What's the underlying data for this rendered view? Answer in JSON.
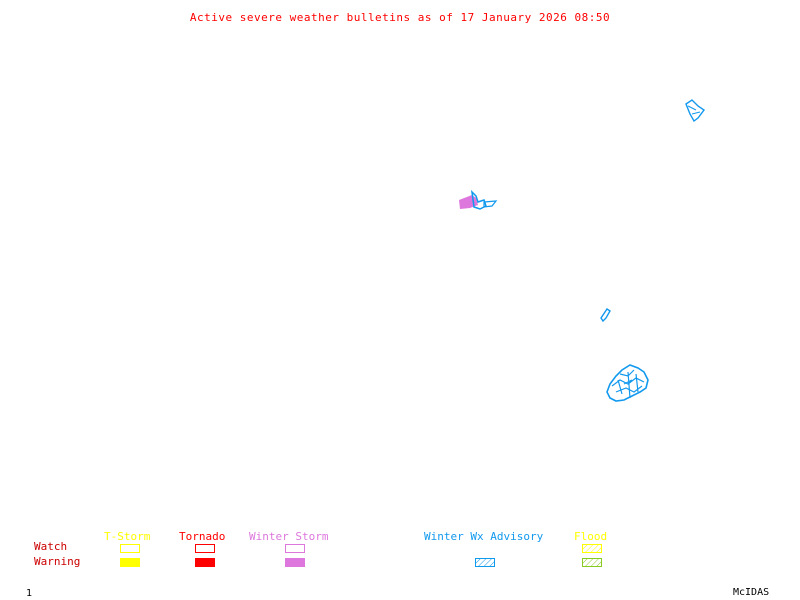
{
  "title": "Active severe weather bulletins as of 17 January 2026 08:50",
  "legend": {
    "row_labels": {
      "watch": "Watch",
      "warning": "Warning"
    },
    "categories": [
      {
        "label": "T-Storm",
        "color": "#ffff00",
        "watch": true,
        "warning": true,
        "pattern": "solid"
      },
      {
        "label": "Tornado",
        "color": "#ff0000",
        "watch": true,
        "warning": true,
        "pattern": "solid"
      },
      {
        "label": "Winter Storm",
        "color": "#dd77dd",
        "watch": true,
        "warning": true,
        "pattern": "solid"
      },
      {
        "label": "Winter Wx Advisory",
        "color": "#1199ee",
        "watch": false,
        "warning": true,
        "pattern": "hatched"
      },
      {
        "label": "Flood",
        "color": "#ffff00",
        "warning_color": "#88cc22",
        "watch": true,
        "warning": true,
        "pattern": "hatched"
      }
    ]
  },
  "map_regions": [
    {
      "type": "Winter Storm Warning",
      "color": "#dd77dd",
      "location": "central"
    },
    {
      "type": "Winter Wx Advisory",
      "color": "#1199ee",
      "location": "central"
    },
    {
      "type": "Winter Wx Advisory",
      "color": "#1199ee",
      "location": "northeast"
    },
    {
      "type": "Winter Wx Advisory",
      "color": "#1199ee",
      "location": "east"
    },
    {
      "type": "Winter Wx Advisory",
      "color": "#1199ee",
      "location": "southeast"
    }
  ],
  "footer": {
    "frame_number": "1",
    "brand": "McIDAS"
  }
}
